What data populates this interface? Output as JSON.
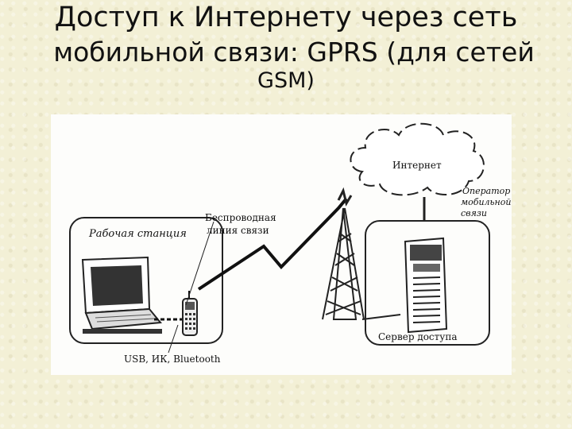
{
  "slide": {
    "title_line1": "Доступ к Интернету через сеть",
    "title_line2": "мобильной связи: GPRS (для сетей",
    "title_line3": "GSM)"
  },
  "diagram": {
    "internet": "Интернет",
    "operator_line1": "Оператор",
    "operator_line2": "мобильной",
    "operator_line3": "связи",
    "workstation": "Рабочая станция",
    "wireless_line1": "Беспроводная",
    "wireless_line2": "линия связи",
    "access_server": "Сервер доступа",
    "connections": "USB, ИК, Bluetooth"
  }
}
